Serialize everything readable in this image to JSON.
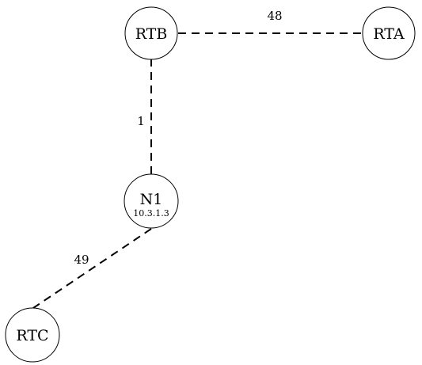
{
  "diagram": {
    "nodes": [
      {
        "id": "rtb",
        "label": "RTB",
        "sublabel": ""
      },
      {
        "id": "rta",
        "label": "RTA",
        "sublabel": ""
      },
      {
        "id": "n1",
        "label": "N1",
        "sublabel": "10.3.1.3"
      },
      {
        "id": "rtc",
        "label": "RTC",
        "sublabel": ""
      }
    ],
    "edges": [
      {
        "id": "rtb-rta",
        "from": "rtb",
        "to": "rta",
        "label": "48"
      },
      {
        "id": "rtb-n1",
        "from": "rtb",
        "to": "n1",
        "label": "1"
      },
      {
        "id": "n1-rtc",
        "from": "n1",
        "to": "rtc",
        "label": "49"
      }
    ]
  }
}
